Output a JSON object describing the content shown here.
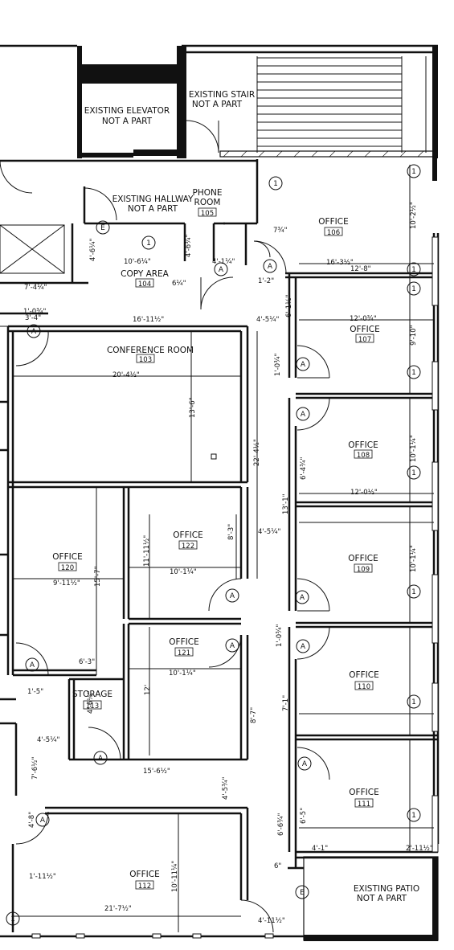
{
  "rooms": [
    {
      "name": "EXISTING ELEVATOR",
      "sub": "NOT A PART"
    },
    {
      "name": "EXISTING STAIR",
      "sub": "NOT A PART"
    },
    {
      "name": "EXISTING HALLWAY",
      "sub": "NOT A PART"
    },
    {
      "name": "PHONE",
      "sub": "ROOM",
      "num": "105"
    },
    {
      "name": "OFFICE",
      "num": "106"
    },
    {
      "name": "COPY AREA",
      "num": "104"
    },
    {
      "name": "CONFERENCE ROOM",
      "num": "103"
    },
    {
      "name": "OFFICE",
      "num": "107"
    },
    {
      "name": "OFFICE",
      "num": "108"
    },
    {
      "name": "OFFICE",
      "num": "122"
    },
    {
      "name": "OFFICE",
      "num": "120"
    },
    {
      "name": "OFFICE",
      "num": "109"
    },
    {
      "name": "OFFICE",
      "num": "121"
    },
    {
      "name": "STORAGE",
      "num": "113"
    },
    {
      "name": "OFFICE",
      "num": "110"
    },
    {
      "name": "OFFICE",
      "num": "111"
    },
    {
      "name": "OFFICE",
      "num": "112"
    },
    {
      "name": "EXISTING PATIO",
      "sub": "NOT A PART"
    }
  ],
  "dims": [
    "7¾\"",
    "16'-3½\"",
    "12'-8\"",
    "10'-2½\"",
    "10'-6¼\"",
    "4'-6¼\"",
    "4'-6¾\"",
    "4'-1¼\"",
    "6¼\"",
    "1'-2\"",
    "7'-4¼\"",
    "1'-0¾\"",
    "3'-4\"",
    "16'-11½\"",
    "4'-5¼\"",
    "6'-1½\"",
    "12'-0¾\"",
    "9'-10\"",
    "20'-4½\"",
    "13'-6\"",
    "1'-0¾\"",
    "22'-4½\"",
    "10'-1¼\"",
    "6'-4¾\"",
    "12'-0½\"",
    "13'-1\"",
    "11'-11½\"",
    "8'-3\"",
    "4'-5¼\"",
    "15'-7\"",
    "9'-11½\"",
    "10'-1¼\"",
    "10'-1¼\"",
    "6'-3\"",
    "1'-5\"",
    "10'-1¼\"",
    "12'",
    "8'-7\"",
    "7'-1\"",
    "4'-6½\"",
    "15'-6½\"",
    "4'-5¾\"",
    "7'-6½\"",
    "4'-8\"",
    "4'-5¼\"",
    "6'-5\"",
    "6'-6¾\"",
    "4'-1\"",
    "2'-11½\"",
    "6\"",
    "1'-11½\"",
    "10'-11¼\"",
    "21'-7½\"",
    "4'-11½\"",
    "1'-0¾\""
  ],
  "tags": {
    "A": "A",
    "E": "E",
    "one": "1"
  }
}
